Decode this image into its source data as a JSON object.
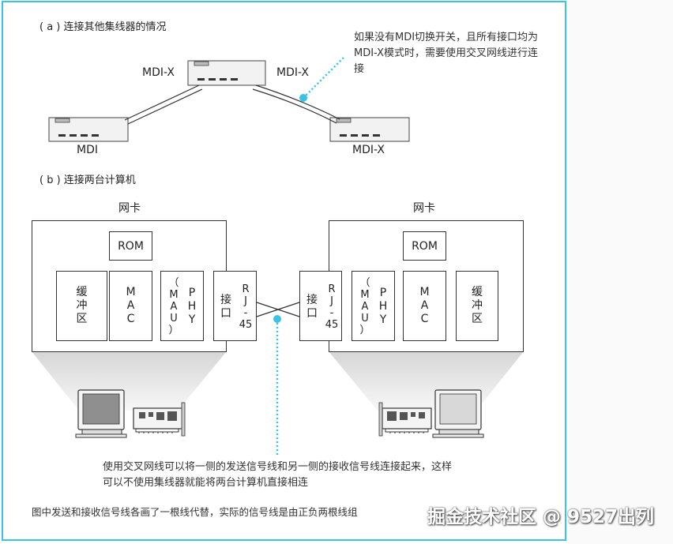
{
  "section_a": {
    "title": "( a ) 连接其他集线器的情况",
    "hub_top_label_left": "MDI-X",
    "hub_top_label_right": "MDI-X",
    "hub_left_label": "MDI",
    "hub_right_label": "MDI-X",
    "callout": "如果没有MDI切换开关，且所有接口均为MDI-X模式时，需要使用交叉网线进行连接"
  },
  "section_b": {
    "title": "( b ) 连接两台计算机",
    "nic_left_title": "网卡",
    "nic_right_title": "网卡",
    "rom": "ROM",
    "buffer": [
      "缓",
      "冲",
      "区"
    ],
    "mac": [
      "M",
      "A",
      "C"
    ],
    "mau": [
      "（",
      "M",
      "A",
      "U",
      "）"
    ],
    "phy": [
      "P",
      "H",
      "Y"
    ],
    "jack_label": [
      "接",
      "口"
    ],
    "rj45": [
      "R",
      "J",
      "-",
      "45"
    ],
    "caption": "使用交叉网线可以将一侧的发送信号线和另一侧的接收信号线连接起来，这样可以不使用集线器就能将两台计算机直接相连"
  },
  "footnote": "图中发送和接收信号线各画了一根线代替，实际的信号线是由正负两根线组",
  "watermark": "掘金技术社区 @ 9527出列",
  "colors": {
    "accent": "#3cc3e4",
    "line": "#333333",
    "cone": "#e6e6e6"
  }
}
